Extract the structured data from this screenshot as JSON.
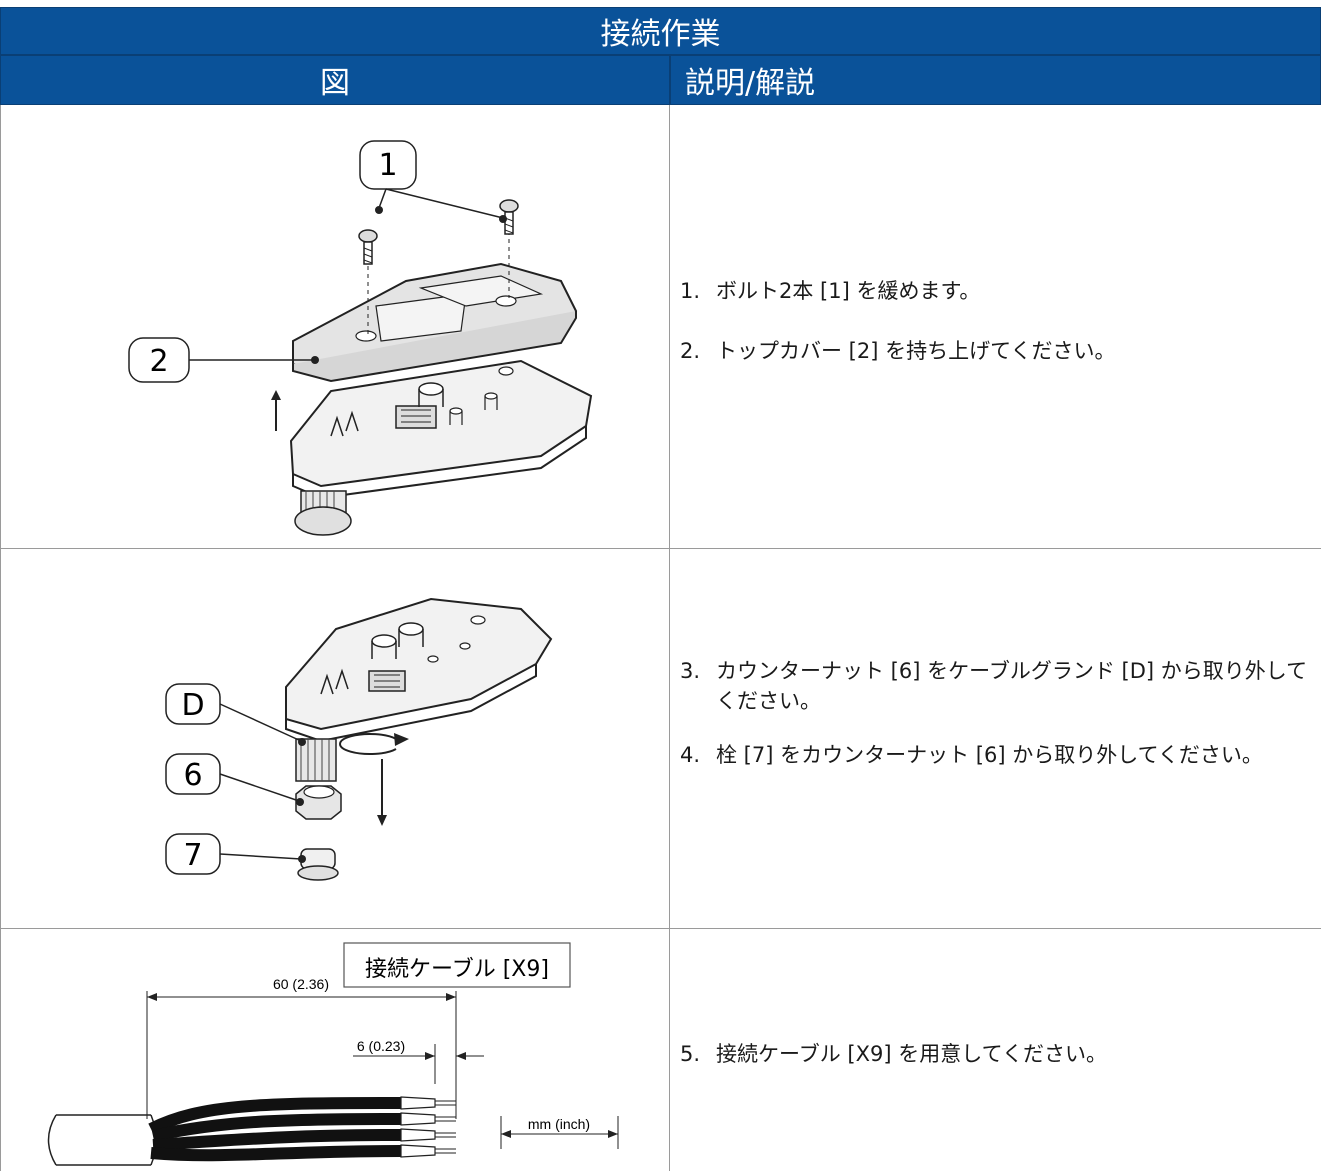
{
  "header": {
    "title": "接続作業",
    "col_figure": "図",
    "col_description": "説明/解説"
  },
  "rows": [
    {
      "callouts": [
        "1",
        "2"
      ],
      "steps": [
        {
          "num": "1.",
          "text": "ボルト2本 [1] を緩めます。"
        },
        {
          "num": "2.",
          "text": "トップカバー [2] を持ち上げてください。"
        }
      ]
    },
    {
      "callouts": [
        "D",
        "6",
        "7"
      ],
      "steps": [
        {
          "num": "3.",
          "text": "カウンターナット [6] をケーブルグランド [D] から取り外してください。"
        },
        {
          "num": "4.",
          "text": "栓 [7] をカウンターナット [6] から取り外してください。"
        }
      ]
    },
    {
      "cable_label": "接続ケーブル [X9]",
      "dim_overall": "60 (2.36)",
      "dim_strip": "6 (0.23)",
      "unit_label": "mm (inch)",
      "steps": [
        {
          "num": "5.",
          "text": "接続ケーブル [X9] を用意してください。"
        }
      ]
    }
  ]
}
